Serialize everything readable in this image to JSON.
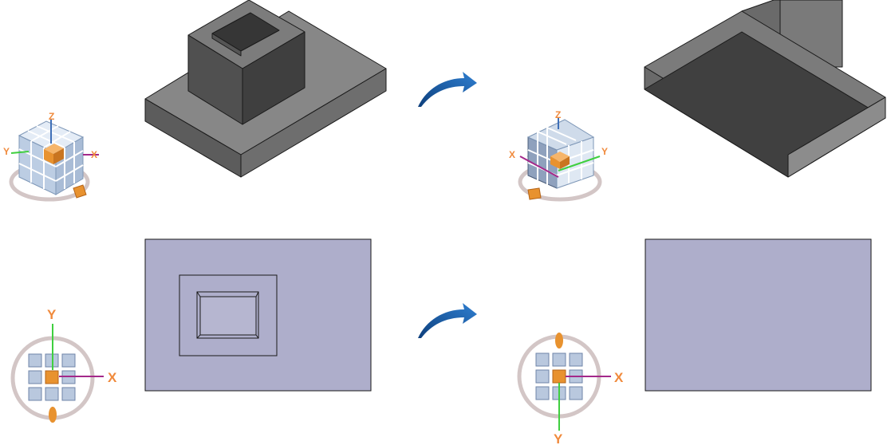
{
  "top_left_cube": {
    "axis_labels": {
      "z": "Z",
      "x_left": "Y",
      "x_right": "X"
    }
  },
  "top_right_cube": {
    "axis_labels": {
      "z": "Z",
      "x_left": "X",
      "x_right": "Y"
    }
  },
  "bottom_left_compass": {
    "axis_labels": {
      "y": "Y",
      "x": "X"
    }
  },
  "bottom_right_compass": {
    "axis_labels": {
      "y": "Y",
      "x": "X"
    }
  },
  "colors": {
    "face_light": "#878787",
    "face_mid": "#5c5c5c",
    "face_dark": "#404040",
    "plan_fill": "#aeaecb",
    "arrow": "#1f5fa8",
    "orange": "#f08a3c",
    "green": "#3fcf3f",
    "magenta": "#a4288a"
  },
  "icons": [
    "view-cube-icon",
    "view-compass-icon",
    "rotate-arrow-icon"
  ]
}
